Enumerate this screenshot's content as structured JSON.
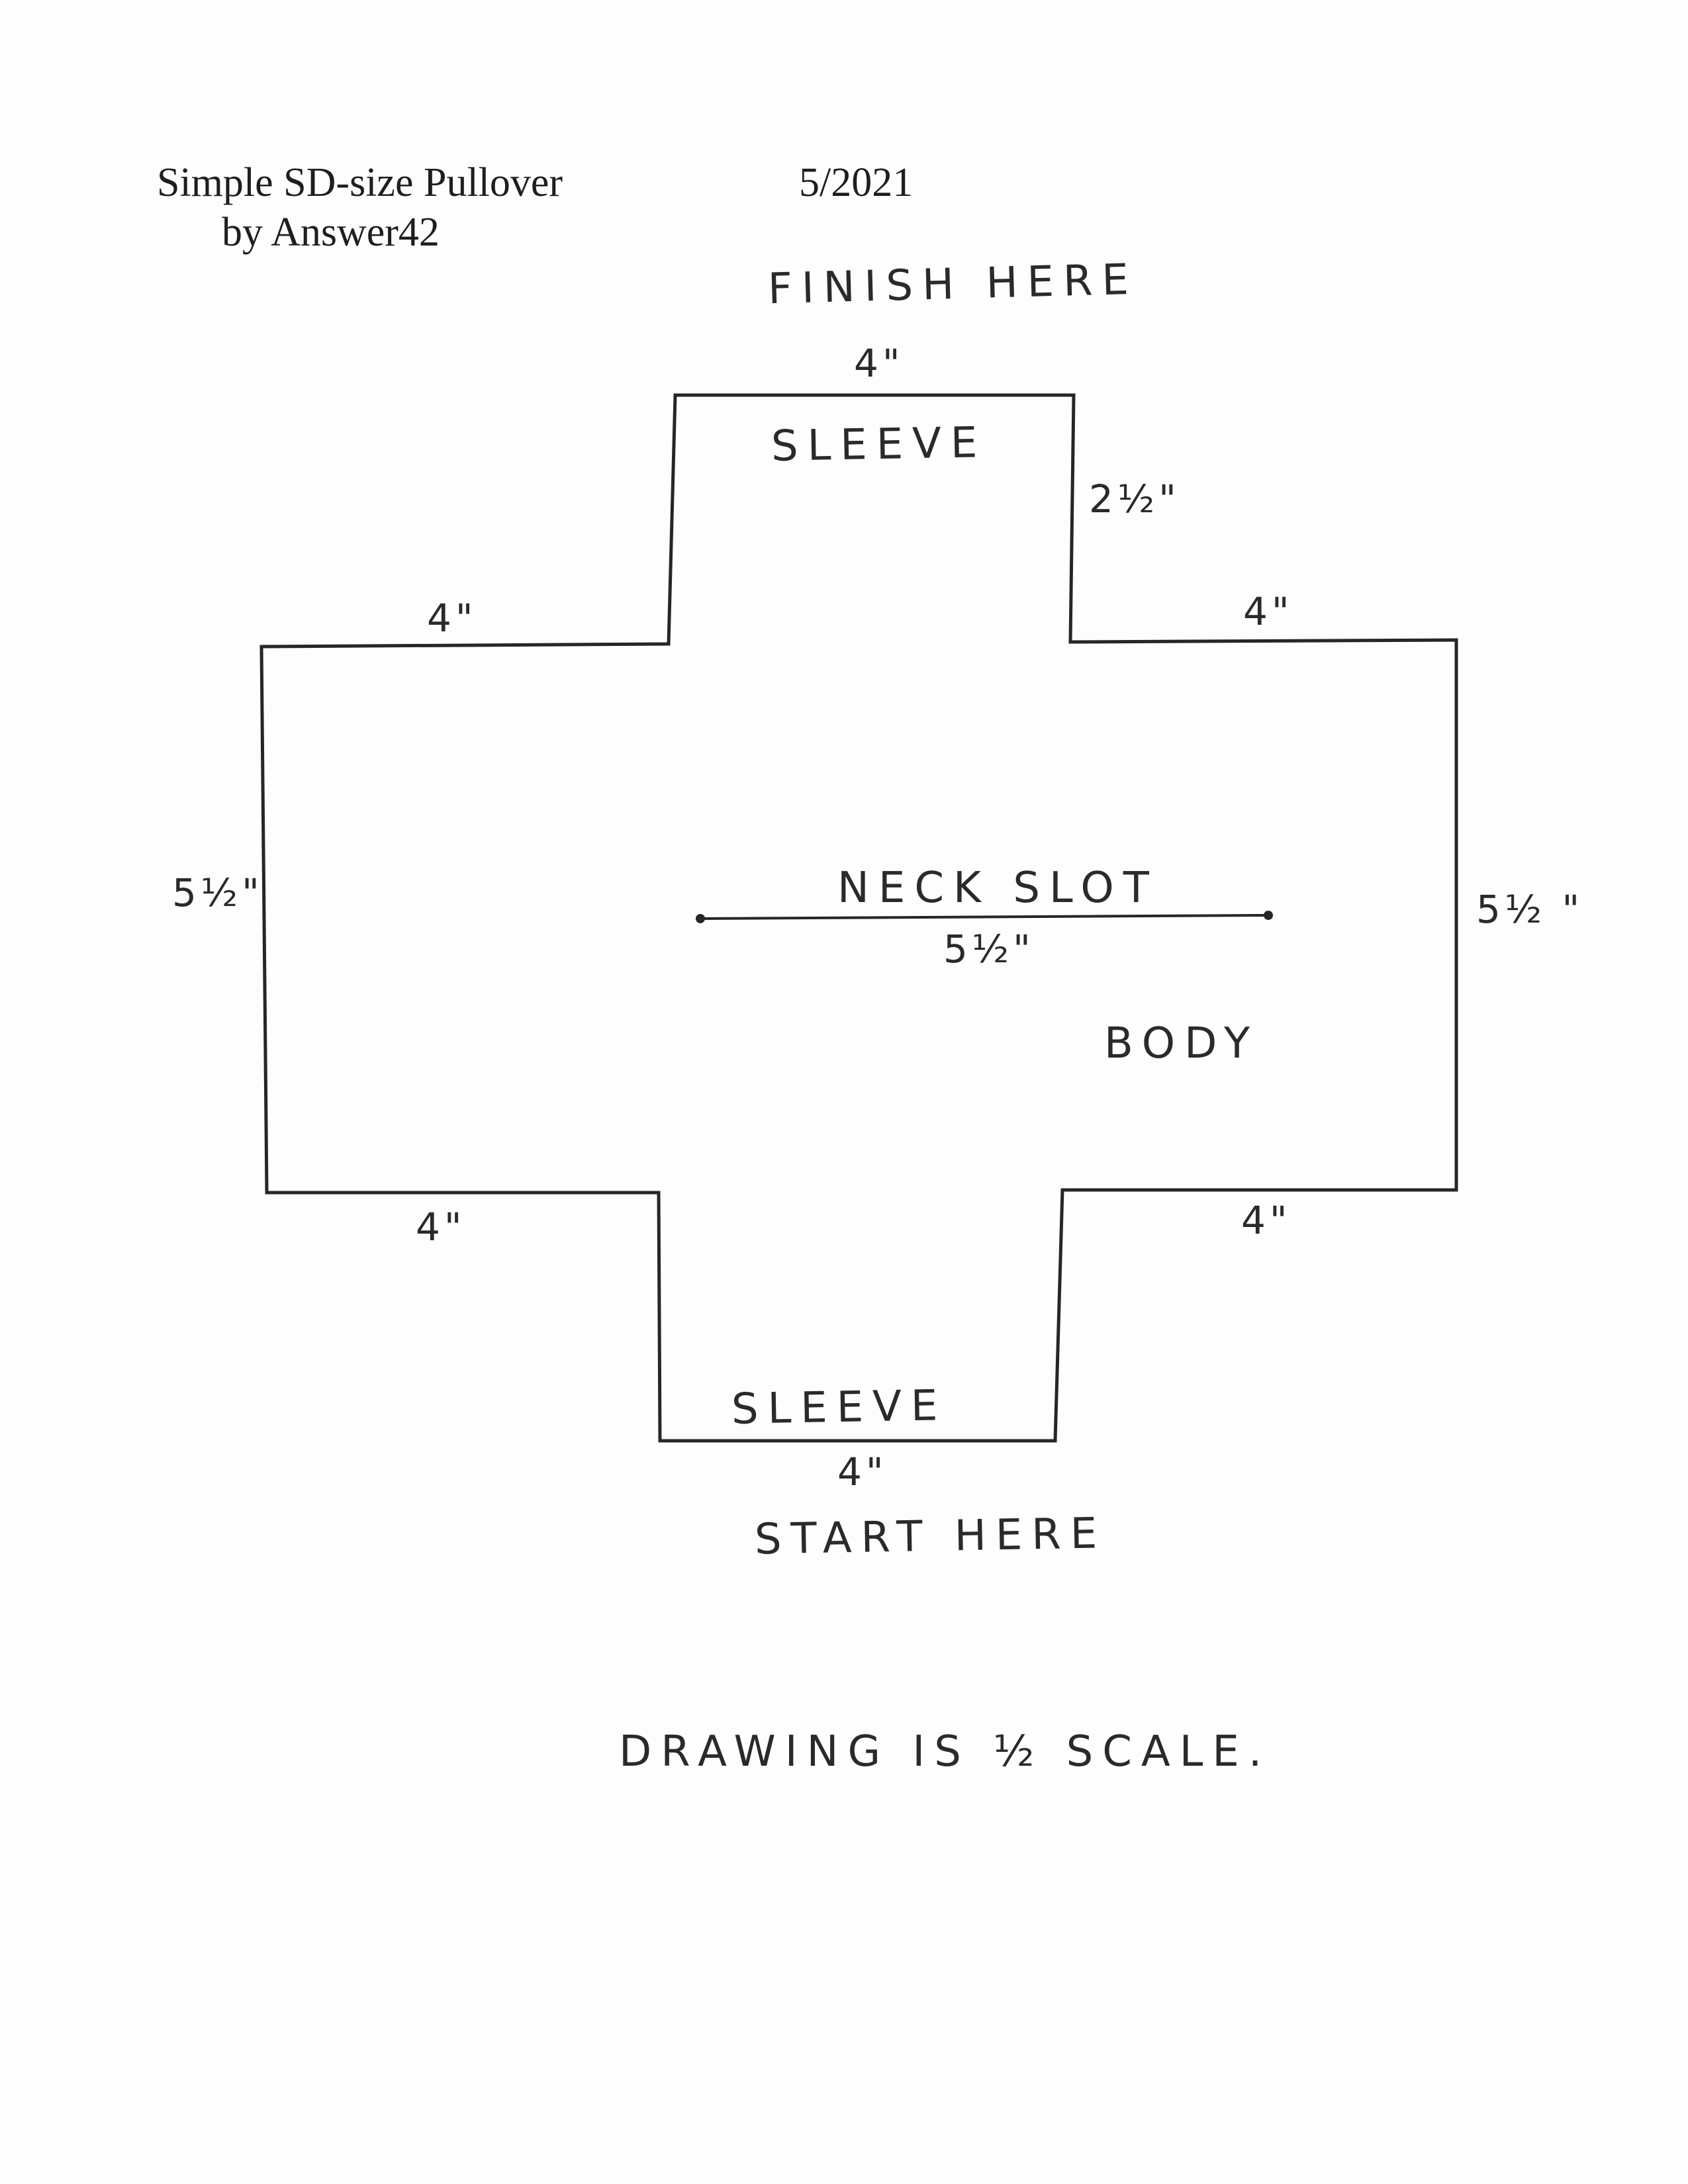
{
  "header": {
    "title": "Simple SD-size Pullover",
    "author": "by Answer42",
    "date": "5/2021"
  },
  "pattern": {
    "finish_label": "FINISH HERE",
    "start_label": "START HERE",
    "top_sleeve_label": "SLEEVE",
    "bottom_sleeve_label": "SLEEVE",
    "body_label": "BODY",
    "neck_slot_label": "NECK SLOT",
    "neck_slot_length": "5½\"",
    "dimensions": {
      "top_sleeve_width": "4\"",
      "top_sleeve_height": "2½\"",
      "upper_left_shoulder": "4\"",
      "upper_right_shoulder": "4\"",
      "left_side": "5½\"",
      "right_side": "5½ \"",
      "lower_left_shoulder": "4\"",
      "lower_right_shoulder": "4\"",
      "bottom_sleeve_width": "4\""
    },
    "scale_note": "DRAWING IS ½ SCALE."
  }
}
